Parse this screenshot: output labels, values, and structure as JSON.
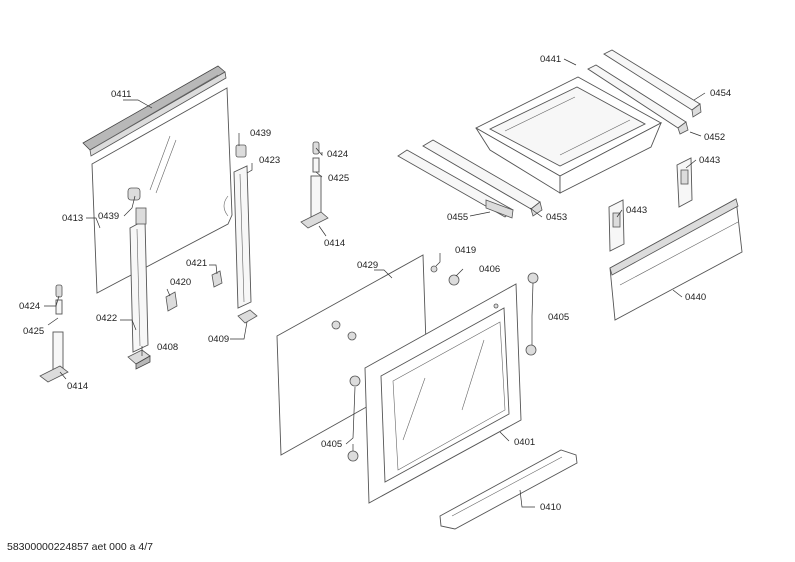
{
  "footer": {
    "document_id": "58300000224857 aet 000 a 4/7"
  },
  "labels": {
    "p0411": "0411",
    "p0413": "0413",
    "p0439a": "0439",
    "p0439b": "0439",
    "p0423": "0423",
    "p0424a": "0424",
    "p0425a": "0425",
    "p0414a": "0414",
    "p0424b": "0424",
    "p0425b": "0425",
    "p0414b": "0414",
    "p0422": "0422",
    "p0420": "0420",
    "p0421": "0421",
    "p0408": "0408",
    "p0409": "0409",
    "p0429": "0429",
    "p0419": "0419",
    "p0406": "0406",
    "p0405a": "0405",
    "p0405b": "0405",
    "p0401": "0401",
    "p0410": "0410",
    "p0441": "0441",
    "p0454": "0454",
    "p0452": "0452",
    "p0453": "0453",
    "p0455": "0455",
    "p0443a": "0443",
    "p0443b": "0443",
    "p0440": "0440"
  }
}
